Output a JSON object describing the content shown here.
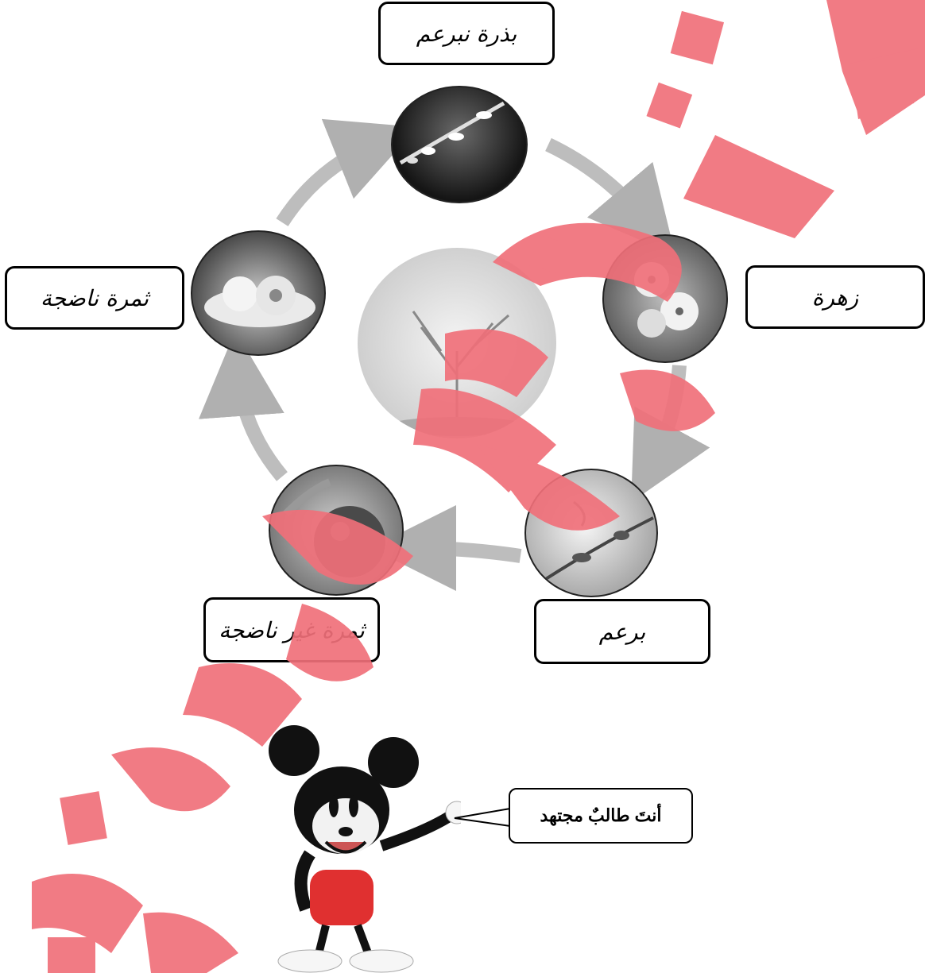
{
  "cycle_labels": {
    "top": "بذرة نبرعم",
    "right": "زهرة",
    "bottom_right": "برعم",
    "bottom_left": "ثمرة غير ناضجة",
    "left": "ثمرة ناضجة"
  },
  "speech_bubble": "أنتَ طالبٌ مجتهد",
  "colors": {
    "watermark": "#f0707a",
    "arrow": "#b8b8b8",
    "frame": "#000000"
  }
}
